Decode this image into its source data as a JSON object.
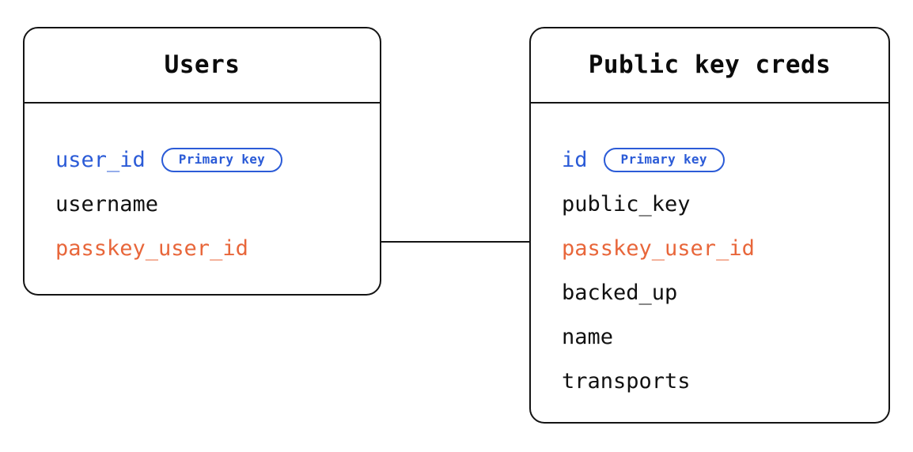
{
  "diagram": {
    "type": "entity-relationship",
    "background_color": "#ffffff",
    "colors": {
      "border": "#141414",
      "primary_key": "#2B5BD7",
      "foreign_key": "#E8663A",
      "text": "#111111"
    },
    "entities": [
      {
        "id": "users",
        "title": "Users",
        "fields": [
          {
            "name": "user_id",
            "role": "pk",
            "badge": "Primary key"
          },
          {
            "name": "username",
            "role": "plain",
            "badge": null
          },
          {
            "name": "passkey_user_id",
            "role": "fk",
            "badge": null
          }
        ]
      },
      {
        "id": "public_key_creds",
        "title": "Public key creds",
        "fields": [
          {
            "name": "id",
            "role": "pk",
            "badge": "Primary key"
          },
          {
            "name": "public_key",
            "role": "plain",
            "badge": null
          },
          {
            "name": "passkey_user_id",
            "role": "fk",
            "badge": null
          },
          {
            "name": "backed_up",
            "role": "plain",
            "badge": null
          },
          {
            "name": "name",
            "role": "plain",
            "badge": null
          },
          {
            "name": "transports",
            "role": "plain",
            "badge": null
          }
        ]
      }
    ],
    "relationships": [
      {
        "from_entity": "users",
        "from_field": "passkey_user_id",
        "to_entity": "public_key_creds",
        "to_field": "passkey_user_id",
        "style": "solid-line"
      }
    ]
  }
}
